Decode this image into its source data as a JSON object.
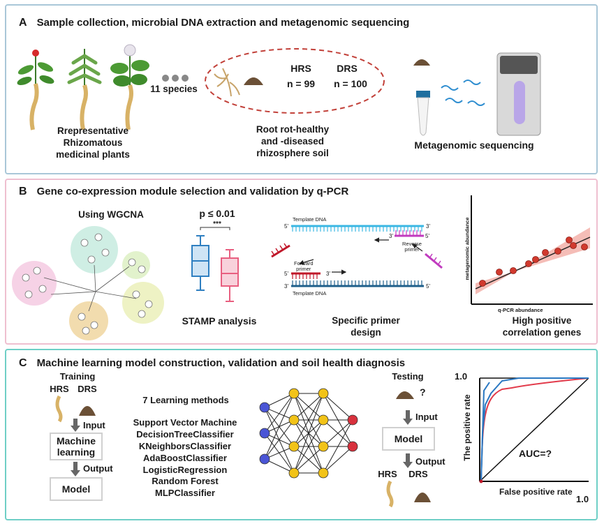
{
  "panelA": {
    "letter": "A",
    "title": "Sample collection, microbial DNA extraction and metagenomic sequencing",
    "plants_label": [
      "Rrepresentative",
      "Rhizomatous",
      "medicinal plants"
    ],
    "species_label": "11 species",
    "hrs_label": "HRS",
    "hrs_n": "n = 99",
    "drs_label": "DRS",
    "drs_n": "n = 100",
    "soil_label": [
      "Root rot-healthy",
      "and -diseased",
      "rhizosphere soil"
    ],
    "sequencing_label": "Metagenomic sequencing"
  },
  "panelB": {
    "letter": "B",
    "title": "Gene co-expression module selection and validation by  q-PCR",
    "wgcna_label": "Using WGCNA",
    "pvalue_label": "p ≤ 0.01",
    "sig_stars": "***",
    "stamp_label": "STAMP analysis",
    "primer_label": [
      "Specific primer",
      "design"
    ],
    "template_dna_top": "Template DNA",
    "template_dna_bottom": "Template DNA",
    "forward_primer": [
      "Forward",
      "primer"
    ],
    "reverse_primer": [
      "Reverse",
      "primer"
    ],
    "prime5": "5'",
    "prime3": "3'",
    "y_axis_label": "metagenomic abundance",
    "x_axis_label": "q-PCR abundance",
    "correlation_label": [
      "High positive",
      "correlation genes"
    ]
  },
  "panelC": {
    "letter": "C",
    "title": "Machine learning model construction, validation and soil health diagnosis",
    "training_label": "Training",
    "hrs_label": "HRS",
    "drs_label": "DRS",
    "input_label": "Input",
    "ml_box": [
      "Machine",
      "learning"
    ],
    "output_label": "Output",
    "model_box": "Model",
    "methods_title": "7  Learning methods",
    "methods": [
      "Support Vector Machine",
      "DecisionTreeClassifier",
      "KNeighborsClassifier",
      "AdaBoostClassifier",
      "LogisticRegression",
      "Random Forest",
      "MLPClassifier"
    ],
    "testing_label": "Testing",
    "question_mark": "?",
    "test_input_label": "Input",
    "test_model_box": "Model",
    "test_output_label": "Output",
    "result_hrs": "HRS",
    "result_drs": "DRS",
    "roc_y_label": "The positive rate",
    "roc_x_label": "False positive rate",
    "roc_y_max": "1.0",
    "roc_x_max": "1.0",
    "auc_label": "AUC=?"
  },
  "colors": {
    "panelA_border": "#a9c7d8",
    "panelB_border": "#efbfd0",
    "panelC_border": "#6fcfc6",
    "box_blue": "#2f7fc1",
    "box_pink": "#e85f80",
    "dna_top": "#3bb7e3",
    "dna_bottom": "#1f5f8b",
    "primer_forward": "#c0182a",
    "primer_reverse": "#c13bbf",
    "scatter_point": "#d13a2e",
    "ci_band": "#f2a79f",
    "roc_blue": "#2a78c2",
    "roc_red": "#e23b4b",
    "nn_blue": "#4a55d6",
    "nn_yellow": "#f2c318",
    "nn_red": "#d8313d"
  }
}
